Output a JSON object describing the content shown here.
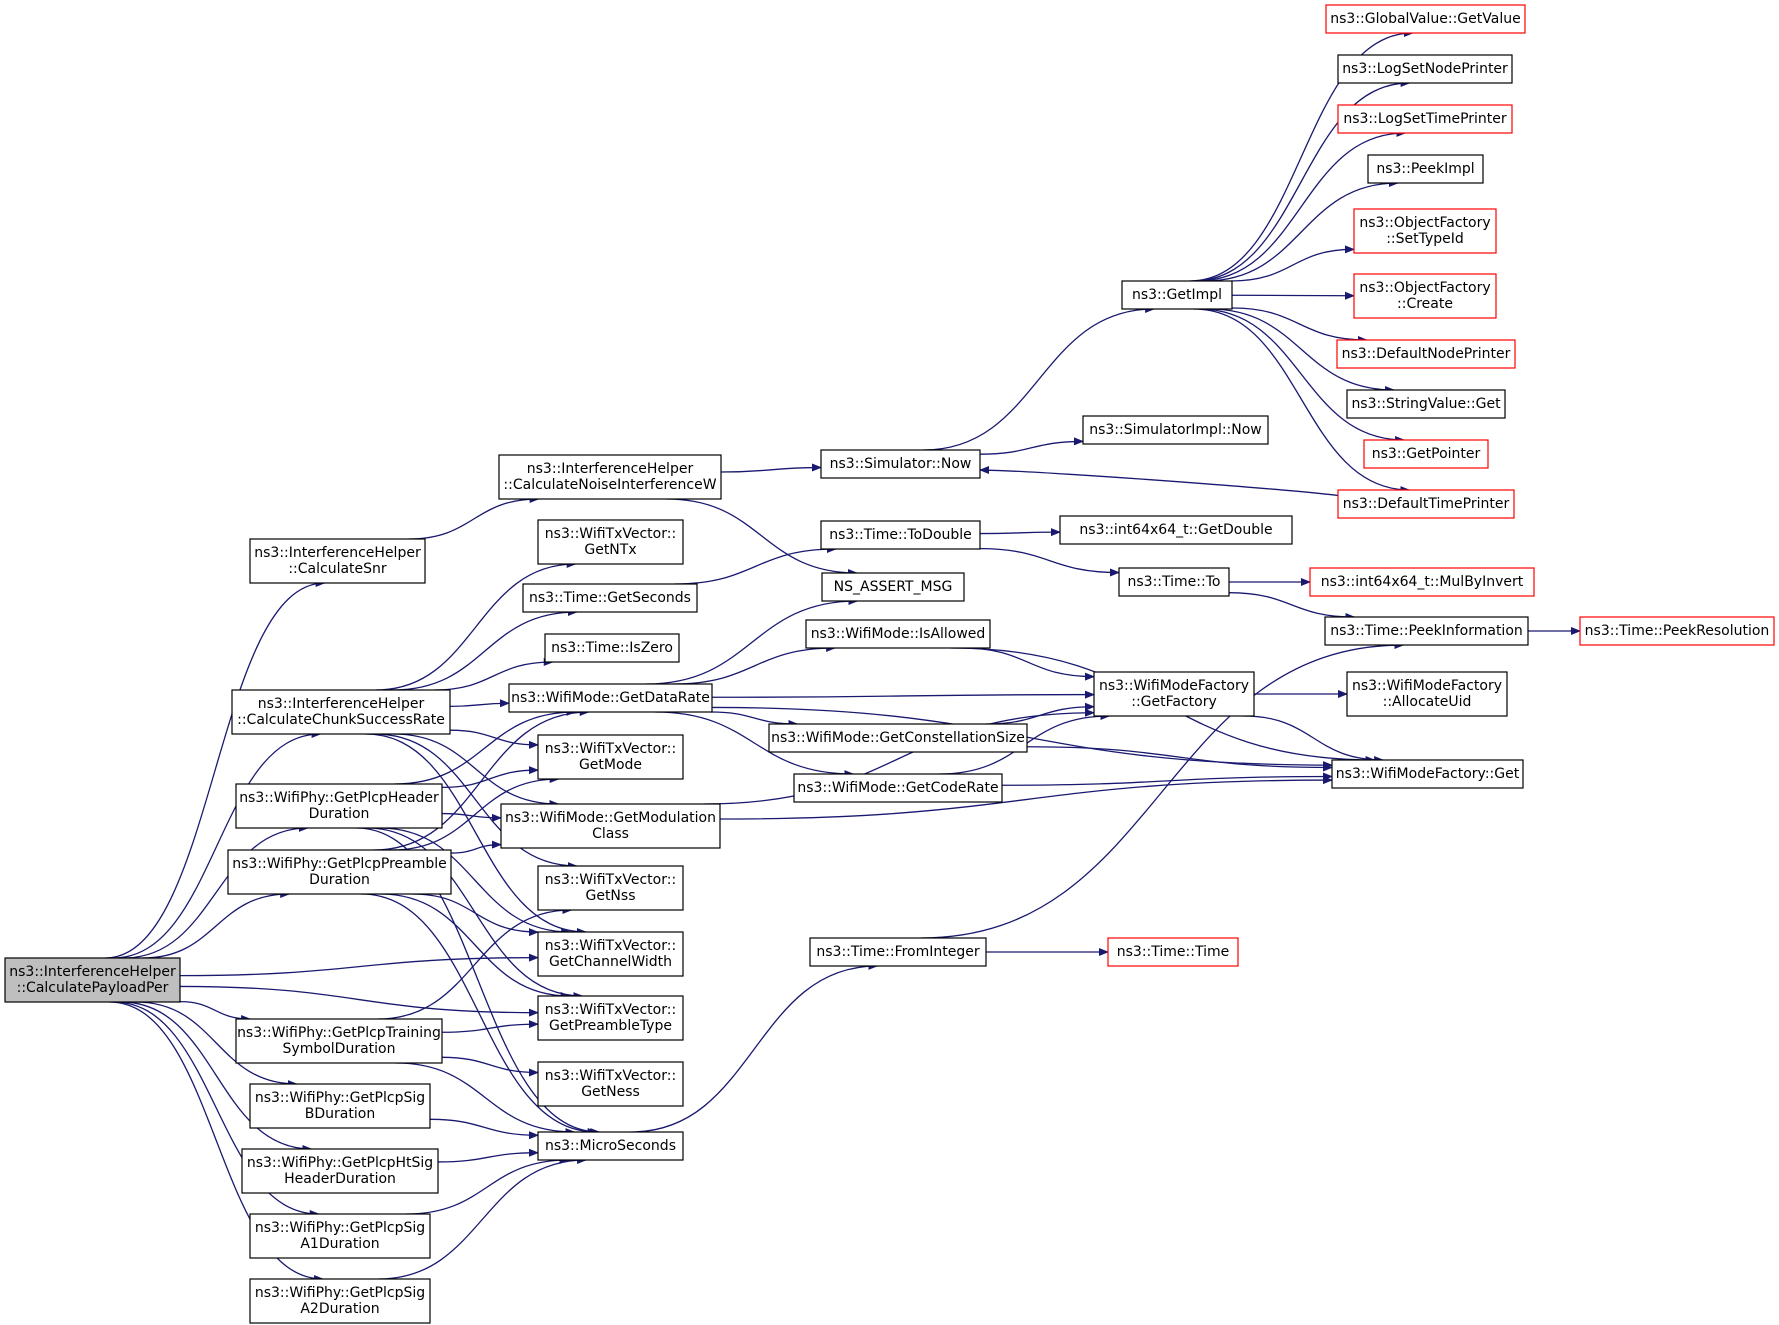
{
  "colors": {
    "edge": "#191970",
    "border_default": "#000000",
    "border_truncated": "#ff0000",
    "fill_default": "#ffffff",
    "fill_root": "#bfbfbf"
  },
  "nodes": [
    {
      "id": "calculatePayloadPer",
      "lines": [
        "ns3::InterferenceHelper",
        "::CalculatePayloadPer"
      ],
      "style": "root"
    },
    {
      "id": "calculateSnr",
      "lines": [
        "ns3::InterferenceHelper",
        "::CalculateSnr"
      ],
      "style": "normal"
    },
    {
      "id": "calculateChunk",
      "lines": [
        "ns3::InterferenceHelper",
        "::CalculateChunkSuccessRate"
      ],
      "style": "normal"
    },
    {
      "id": "plcpHeader",
      "lines": [
        "ns3::WifiPhy::GetPlcpHeader",
        "Duration"
      ],
      "style": "normal"
    },
    {
      "id": "plcpPreamble",
      "lines": [
        "ns3::WifiPhy::GetPlcpPreamble",
        "Duration"
      ],
      "style": "normal"
    },
    {
      "id": "plcpTraining",
      "lines": [
        "ns3::WifiPhy::GetPlcpTraining",
        "SymbolDuration"
      ],
      "style": "normal"
    },
    {
      "id": "plcpSigB",
      "lines": [
        "ns3::WifiPhy::GetPlcpSig",
        "BDuration"
      ],
      "style": "normal"
    },
    {
      "id": "plcpHtSig",
      "lines": [
        "ns3::WifiPhy::GetPlcpHtSig",
        "HeaderDuration"
      ],
      "style": "normal"
    },
    {
      "id": "plcpSigA1",
      "lines": [
        "ns3::WifiPhy::GetPlcpSig",
        "A1Duration"
      ],
      "style": "normal"
    },
    {
      "id": "plcpSigA2",
      "lines": [
        "ns3::WifiPhy::GetPlcpSig",
        "A2Duration"
      ],
      "style": "normal"
    },
    {
      "id": "calcNoise",
      "lines": [
        "ns3::InterferenceHelper",
        "::CalculateNoiseInterferenceW"
      ],
      "style": "normal"
    },
    {
      "id": "getNTx",
      "lines": [
        "ns3::WifiTxVector::",
        "GetNTx"
      ],
      "style": "normal"
    },
    {
      "id": "getSeconds",
      "lines": [
        "ns3::Time::GetSeconds"
      ],
      "style": "normal"
    },
    {
      "id": "isZero",
      "lines": [
        "ns3::Time::IsZero"
      ],
      "style": "normal"
    },
    {
      "id": "getDataRate",
      "lines": [
        "ns3::WifiMode::GetDataRate"
      ],
      "style": "normal"
    },
    {
      "id": "txGetMode",
      "lines": [
        "ns3::WifiTxVector::",
        "GetMode"
      ],
      "style": "normal"
    },
    {
      "id": "getModClass",
      "lines": [
        "ns3::WifiMode::GetModulation",
        "Class"
      ],
      "style": "normal"
    },
    {
      "id": "getNss",
      "lines": [
        "ns3::WifiTxVector::",
        "GetNss"
      ],
      "style": "normal"
    },
    {
      "id": "getChanWidth",
      "lines": [
        "ns3::WifiTxVector::",
        "GetChannelWidth"
      ],
      "style": "normal"
    },
    {
      "id": "getPreambleType",
      "lines": [
        "ns3::WifiTxVector::",
        "GetPreambleType"
      ],
      "style": "normal"
    },
    {
      "id": "getNess",
      "lines": [
        "ns3::WifiTxVector::",
        "GetNess"
      ],
      "style": "normal"
    },
    {
      "id": "microSeconds",
      "lines": [
        "ns3::MicroSeconds"
      ],
      "style": "normal"
    },
    {
      "id": "simNow",
      "lines": [
        "ns3::Simulator::Now"
      ],
      "style": "normal"
    },
    {
      "id": "timeToDouble",
      "lines": [
        "ns3::Time::ToDouble"
      ],
      "style": "normal"
    },
    {
      "id": "nsAssert",
      "lines": [
        "NS_ASSERT_MSG"
      ],
      "style": "normal"
    },
    {
      "id": "isAllowed",
      "lines": [
        "ns3::WifiMode::IsAllowed"
      ],
      "style": "normal"
    },
    {
      "id": "getConstSize",
      "lines": [
        "ns3::WifiMode::GetConstellationSize"
      ],
      "style": "normal"
    },
    {
      "id": "getCodeRate",
      "lines": [
        "ns3::WifiMode::GetCodeRate"
      ],
      "style": "normal"
    },
    {
      "id": "fromInteger",
      "lines": [
        "ns3::Time::FromInteger"
      ],
      "style": "normal"
    },
    {
      "id": "getImpl",
      "lines": [
        "ns3::GetImpl"
      ],
      "style": "normal"
    },
    {
      "id": "simImplNow",
      "lines": [
        "ns3::SimulatorImpl::Now"
      ],
      "style": "normal"
    },
    {
      "id": "int64GetDouble",
      "lines": [
        "ns3::int64x64_t::GetDouble"
      ],
      "style": "normal"
    },
    {
      "id": "timeTo",
      "lines": [
        "ns3::Time::To"
      ],
      "style": "normal"
    },
    {
      "id": "factoryGetFactory",
      "lines": [
        "ns3::WifiModeFactory",
        "::GetFactory"
      ],
      "style": "normal"
    },
    {
      "id": "timeCtor",
      "lines": [
        "ns3::Time::Time"
      ],
      "style": "truncated"
    },
    {
      "id": "globalGetValue",
      "lines": [
        "ns3::GlobalValue::GetValue"
      ],
      "style": "truncated"
    },
    {
      "id": "logSetNode",
      "lines": [
        "ns3::LogSetNodePrinter"
      ],
      "style": "normal"
    },
    {
      "id": "logSetTime",
      "lines": [
        "ns3::LogSetTimePrinter"
      ],
      "style": "truncated"
    },
    {
      "id": "peekImpl",
      "lines": [
        "ns3::PeekImpl"
      ],
      "style": "normal"
    },
    {
      "id": "ofSetTypeId",
      "lines": [
        "ns3::ObjectFactory",
        "::SetTypeId"
      ],
      "style": "truncated"
    },
    {
      "id": "ofCreate",
      "lines": [
        "ns3::ObjectFactory",
        "::Create"
      ],
      "style": "truncated"
    },
    {
      "id": "defaultNodePrinter",
      "lines": [
        "ns3::DefaultNodePrinter"
      ],
      "style": "truncated"
    },
    {
      "id": "stringValueGet",
      "lines": [
        "ns3::StringValue::Get"
      ],
      "style": "normal"
    },
    {
      "id": "getPointer",
      "lines": [
        "ns3::GetPointer"
      ],
      "style": "truncated"
    },
    {
      "id": "defaultTimePrinter",
      "lines": [
        "ns3::DefaultTimePrinter"
      ],
      "style": "truncated"
    },
    {
      "id": "mulByInvert",
      "lines": [
        "ns3::int64x64_t::MulByInvert"
      ],
      "style": "truncated"
    },
    {
      "id": "peekInformation",
      "lines": [
        "ns3::Time::PeekInformation"
      ],
      "style": "normal"
    },
    {
      "id": "allocateUid",
      "lines": [
        "ns3::WifiModeFactory",
        "::AllocateUid"
      ],
      "style": "normal"
    },
    {
      "id": "factoryGet",
      "lines": [
        "ns3::WifiModeFactory::Get"
      ],
      "style": "normal"
    },
    {
      "id": "peekResolution",
      "lines": [
        "ns3::Time::PeekResolution"
      ],
      "style": "truncated"
    }
  ],
  "edges": [
    [
      "calculatePayloadPer",
      "calculateSnr"
    ],
    [
      "calculatePayloadPer",
      "calculateChunk"
    ],
    [
      "calculatePayloadPer",
      "plcpHeader"
    ],
    [
      "calculatePayloadPer",
      "plcpPreamble"
    ],
    [
      "calculatePayloadPer",
      "getChanWidth"
    ],
    [
      "calculatePayloadPer",
      "getPreambleType"
    ],
    [
      "calculatePayloadPer",
      "plcpTraining"
    ],
    [
      "calculatePayloadPer",
      "plcpSigB"
    ],
    [
      "calculatePayloadPer",
      "plcpHtSig"
    ],
    [
      "calculatePayloadPer",
      "plcpSigA1"
    ],
    [
      "calculatePayloadPer",
      "plcpSigA2"
    ],
    [
      "calculateSnr",
      "calcNoise"
    ],
    [
      "calcNoise",
      "simNow"
    ],
    [
      "calcNoise",
      "nsAssert"
    ],
    [
      "calculateChunk",
      "getNTx"
    ],
    [
      "calculateChunk",
      "getSeconds"
    ],
    [
      "calculateChunk",
      "isZero"
    ],
    [
      "calculateChunk",
      "getDataRate"
    ],
    [
      "calculateChunk",
      "txGetMode"
    ],
    [
      "calculateChunk",
      "getModClass"
    ],
    [
      "calculateChunk",
      "getNss"
    ],
    [
      "calculateChunk",
      "getChanWidth"
    ],
    [
      "plcpHeader",
      "getDataRate"
    ],
    [
      "plcpHeader",
      "txGetMode"
    ],
    [
      "plcpHeader",
      "getModClass"
    ],
    [
      "plcpHeader",
      "getChanWidth"
    ],
    [
      "plcpHeader",
      "getPreambleType"
    ],
    [
      "plcpHeader",
      "microSeconds"
    ],
    [
      "plcpPreamble",
      "getDataRate"
    ],
    [
      "plcpPreamble",
      "txGetMode"
    ],
    [
      "plcpPreamble",
      "getModClass"
    ],
    [
      "plcpPreamble",
      "getChanWidth"
    ],
    [
      "plcpPreamble",
      "getPreambleType"
    ],
    [
      "plcpPreamble",
      "microSeconds"
    ],
    [
      "plcpTraining",
      "getNss"
    ],
    [
      "plcpTraining",
      "getPreambleType"
    ],
    [
      "plcpTraining",
      "getNess"
    ],
    [
      "plcpTraining",
      "microSeconds"
    ],
    [
      "plcpSigB",
      "microSeconds"
    ],
    [
      "plcpHtSig",
      "microSeconds"
    ],
    [
      "plcpSigA1",
      "microSeconds"
    ],
    [
      "plcpSigA2",
      "microSeconds"
    ],
    [
      "getSeconds",
      "timeToDouble"
    ],
    [
      "getDataRate",
      "nsAssert"
    ],
    [
      "getDataRate",
      "isAllowed"
    ],
    [
      "getDataRate",
      "factoryGetFactory"
    ],
    [
      "getDataRate",
      "getConstSize"
    ],
    [
      "getDataRate",
      "getCodeRate"
    ],
    [
      "getDataRate",
      "factoryGet"
    ],
    [
      "getModClass",
      "factoryGetFactory"
    ],
    [
      "getModClass",
      "factoryGet"
    ],
    [
      "microSeconds",
      "fromInteger"
    ],
    [
      "simNow",
      "getImpl"
    ],
    [
      "simNow",
      "simImplNow"
    ],
    [
      "timeToDouble",
      "int64GetDouble"
    ],
    [
      "timeToDouble",
      "timeTo"
    ],
    [
      "isAllowed",
      "factoryGetFactory"
    ],
    [
      "isAllowed",
      "factoryGet"
    ],
    [
      "getConstSize",
      "factoryGetFactory"
    ],
    [
      "getConstSize",
      "factoryGet"
    ],
    [
      "getCodeRate",
      "factoryGetFactory"
    ],
    [
      "getCodeRate",
      "factoryGet"
    ],
    [
      "fromInteger",
      "timeCtor"
    ],
    [
      "fromInteger",
      "peekInformation"
    ],
    [
      "getImpl",
      "globalGetValue"
    ],
    [
      "getImpl",
      "logSetNode"
    ],
    [
      "getImpl",
      "logSetTime"
    ],
    [
      "getImpl",
      "peekImpl"
    ],
    [
      "getImpl",
      "ofSetTypeId"
    ],
    [
      "getImpl",
      "ofCreate"
    ],
    [
      "getImpl",
      "defaultNodePrinter"
    ],
    [
      "getImpl",
      "stringValueGet"
    ],
    [
      "getImpl",
      "getPointer"
    ],
    [
      "getImpl",
      "defaultTimePrinter"
    ],
    [
      "defaultTimePrinter",
      "simNow"
    ],
    [
      "timeTo",
      "mulByInvert"
    ],
    [
      "timeTo",
      "peekInformation"
    ],
    [
      "factoryGetFactory",
      "allocateUid"
    ],
    [
      "factoryGetFactory",
      "factoryGet"
    ],
    [
      "peekInformation",
      "peekResolution"
    ]
  ]
}
